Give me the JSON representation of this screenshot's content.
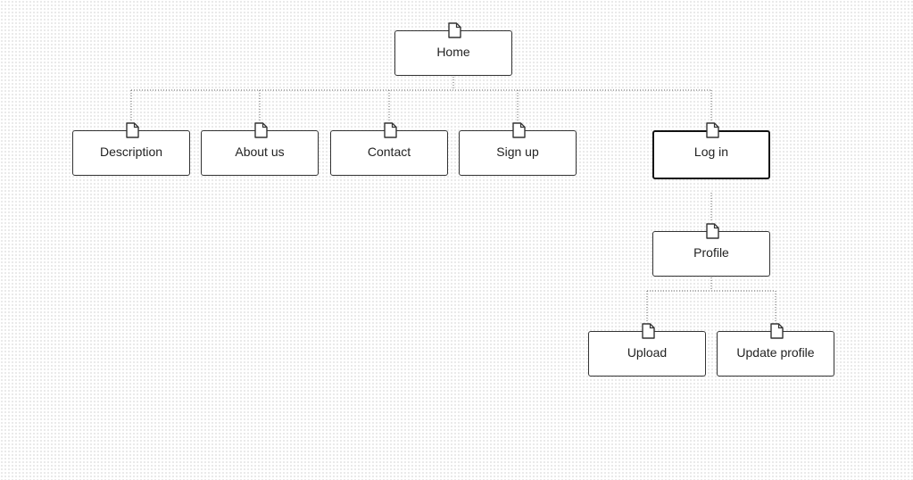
{
  "diagram": {
    "nodes": {
      "home": {
        "label": "Home",
        "icon": "page-icon"
      },
      "description": {
        "label": "Description",
        "icon": "page-icon"
      },
      "about": {
        "label": "About us",
        "icon": "page-icon"
      },
      "contact": {
        "label": "Contact",
        "icon": "page-icon"
      },
      "signup": {
        "label": "Sign up",
        "icon": "page-icon"
      },
      "login": {
        "label": "Log in",
        "icon": "page-icon",
        "selected": true
      },
      "profile": {
        "label": "Profile",
        "icon": "page-icon"
      },
      "upload": {
        "label": "Upload",
        "icon": "page-icon"
      },
      "update_profile": {
        "label": "Update profile",
        "icon": "page-icon"
      }
    },
    "edges": [
      {
        "from": "home",
        "to": "description"
      },
      {
        "from": "home",
        "to": "about"
      },
      {
        "from": "home",
        "to": "contact"
      },
      {
        "from": "home",
        "to": "signup"
      },
      {
        "from": "home",
        "to": "login"
      },
      {
        "from": "login",
        "to": "profile"
      },
      {
        "from": "profile",
        "to": "upload"
      },
      {
        "from": "profile",
        "to": "update_profile"
      }
    ],
    "colors": {
      "node_border": "#333333",
      "selected_border": "#111111",
      "connector": "#666666",
      "grid_dot": "#dcdcdc"
    }
  }
}
